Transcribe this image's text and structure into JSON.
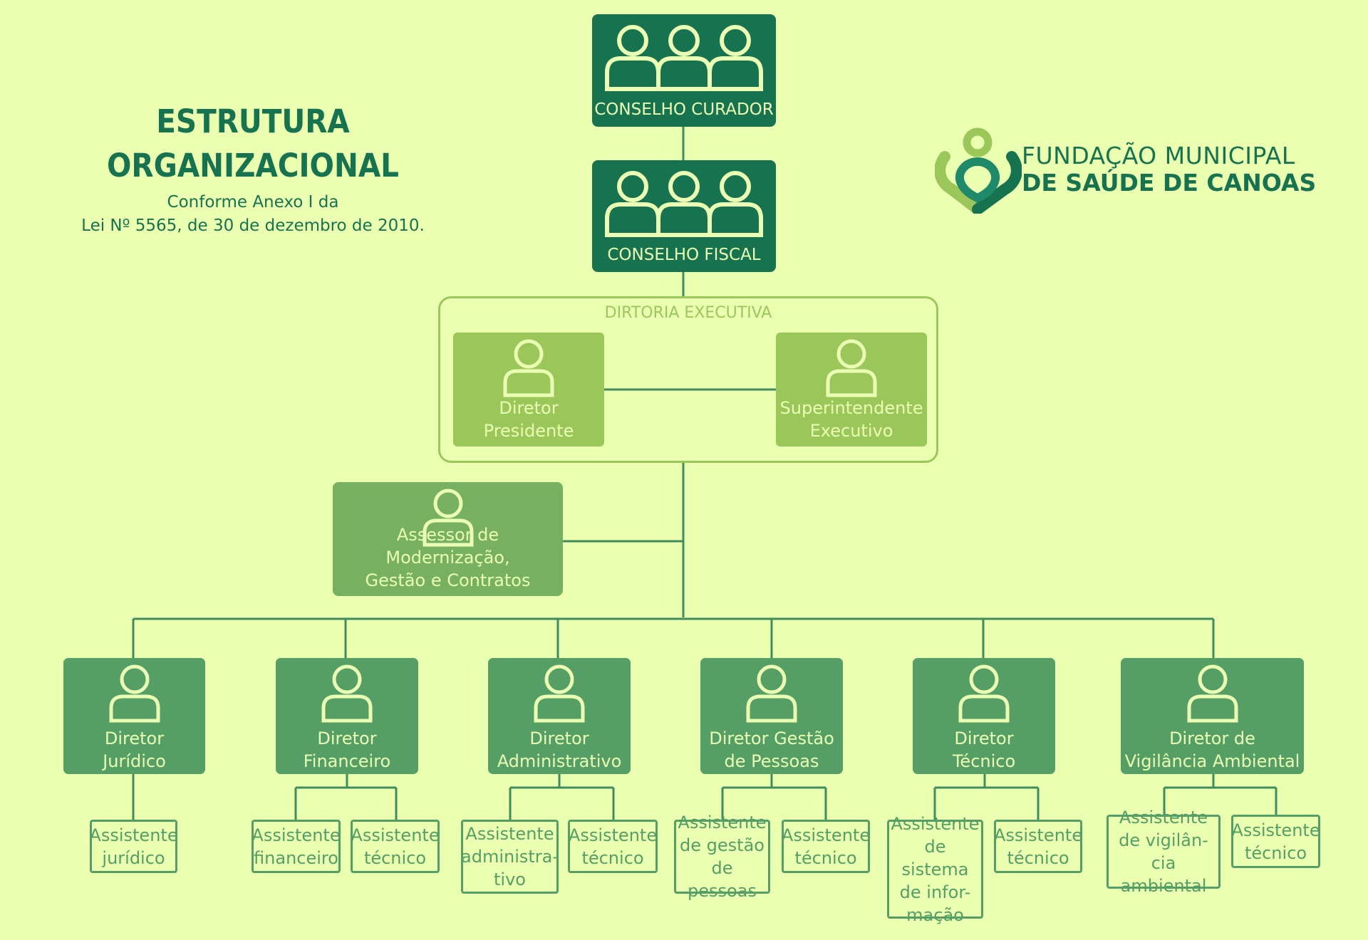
{
  "title": {
    "line1": "ESTRUTURA",
    "line2": "ORGANIZACIONAL"
  },
  "subtitle": {
    "line1": "Conforme Anexo I da",
    "line2": "Lei Nº 5565, de 30 de dezembro de 2010."
  },
  "brand": {
    "line1": "FUNDAÇÃO MUNICIPAL",
    "line2": "DE SAÚDE DE CANOAS"
  },
  "councils": {
    "curador": "CONSELHO CURADOR",
    "fiscal": "CONSELHO FISCAL"
  },
  "executive": {
    "title": "DIRTORIA EXECUTIVA",
    "presidente": {
      "l1": "Diretor",
      "l2": "Presidente"
    },
    "superintendente": {
      "l1": "Superintendente",
      "l2": "Executivo"
    }
  },
  "assessor": {
    "l1": "Assessor de Modernização,",
    "l2": "Gestão e Contratos"
  },
  "directors": [
    {
      "l1": "Diretor",
      "l2": "Jurídico"
    },
    {
      "l1": "Diretor",
      "l2": "Financeiro"
    },
    {
      "l1": "Diretor",
      "l2": "Administrativo"
    },
    {
      "l1": "Diretor Gestão",
      "l2": "de Pessoas"
    },
    {
      "l1": "Diretor",
      "l2": "Técnico"
    },
    {
      "l1": "Diretor de",
      "l2": "Vigilância Ambiental"
    }
  ],
  "assistants": [
    "Assistente\njurídico",
    "Assistente\nfinanceiro",
    "Assistente\ntécnico",
    "Assistente\nadministra-\ntivo",
    "Assistente\ntécnico",
    "Assistente\nde gestão\nde pessoas",
    "Assistente\ntécnico",
    "Assistente\nde sistema\nde infor-\nmação",
    "Assistente\ntécnico",
    "Assistente\nde vigilân-\ncia ambiental",
    "Assistente\ntécnico"
  ],
  "colors": {
    "background": "#ebffb1",
    "council": "#17724f",
    "director": "#559f66",
    "assessor": "#77b061",
    "executive": "#9bc75a",
    "icon": "#eaffb4"
  },
  "icons": {
    "council": "group-people-icon",
    "person": "person-icon",
    "logo": "foundation-logo-icon"
  }
}
